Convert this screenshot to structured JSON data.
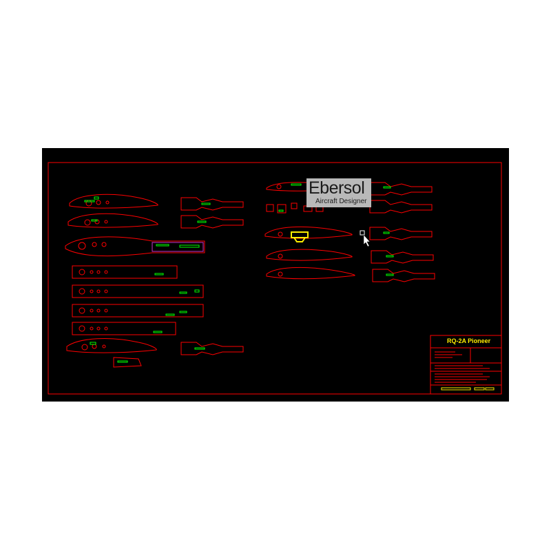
{
  "drawing": {
    "title": "RQ-2A Pioneer",
    "colors": {
      "background": "#000000",
      "frame": "#ff0000",
      "parts": "#ff0000",
      "tabs": "#00ff00",
      "highlight": "#ffee00",
      "spar": "#cc33cc"
    }
  },
  "watermark": {
    "name": "Ebersol",
    "subtitle": "Aircraft Designer"
  },
  "cursor": {
    "icon": "arrow-cursor-icon"
  }
}
